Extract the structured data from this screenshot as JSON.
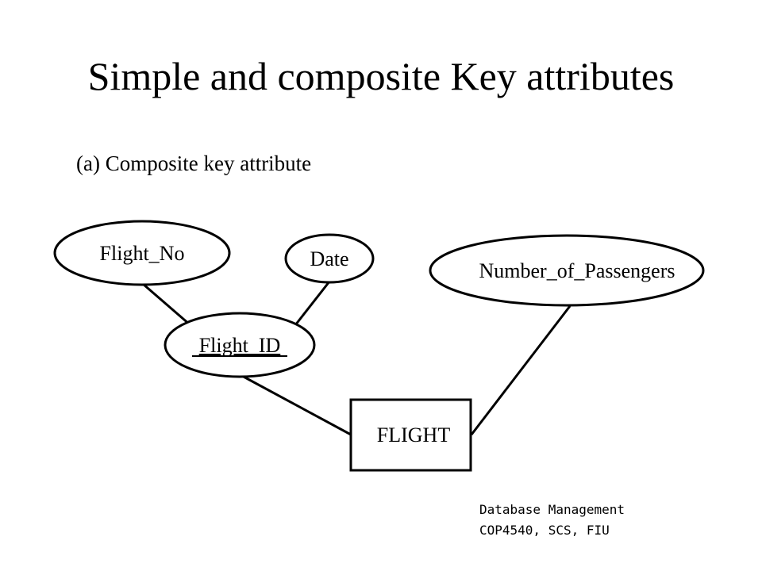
{
  "slide": {
    "title": "Simple and composite Key attributes",
    "subtitle": "(a) Composite key attribute"
  },
  "diagram": {
    "entity": {
      "label": "FLIGHT"
    },
    "attributes": {
      "flight_no": "Flight_No",
      "date": "Date",
      "number_of_passengers": "Number_of_Passengers",
      "flight_id": "Flight_ID"
    },
    "key_attribute": "Flight_ID"
  },
  "footer": {
    "line1": "Database Management",
    "line2": "COP4540, SCS, FIU"
  }
}
